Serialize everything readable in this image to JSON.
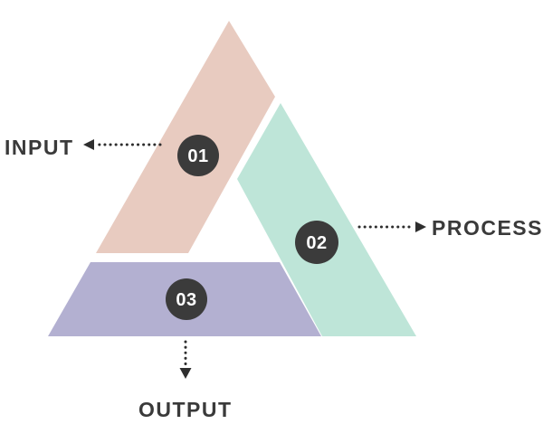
{
  "diagram": {
    "type": "triangle-process-infographic",
    "background": "#ffffff",
    "label_color": "#3a3a3a",
    "arrow_color": "#2e2e2e",
    "badge_fill": "#3b3b3b",
    "badge_text_color": "#ffffff",
    "steps": [
      {
        "number": "01",
        "label": "INPUT",
        "direction": "left",
        "segment_color": "#e8cbc0"
      },
      {
        "number": "02",
        "label": "PROCESS",
        "direction": "right",
        "segment_color": "#bee5d8"
      },
      {
        "number": "03",
        "label": "OUTPUT",
        "direction": "down",
        "segment_color": "#b3b0d1"
      }
    ]
  }
}
